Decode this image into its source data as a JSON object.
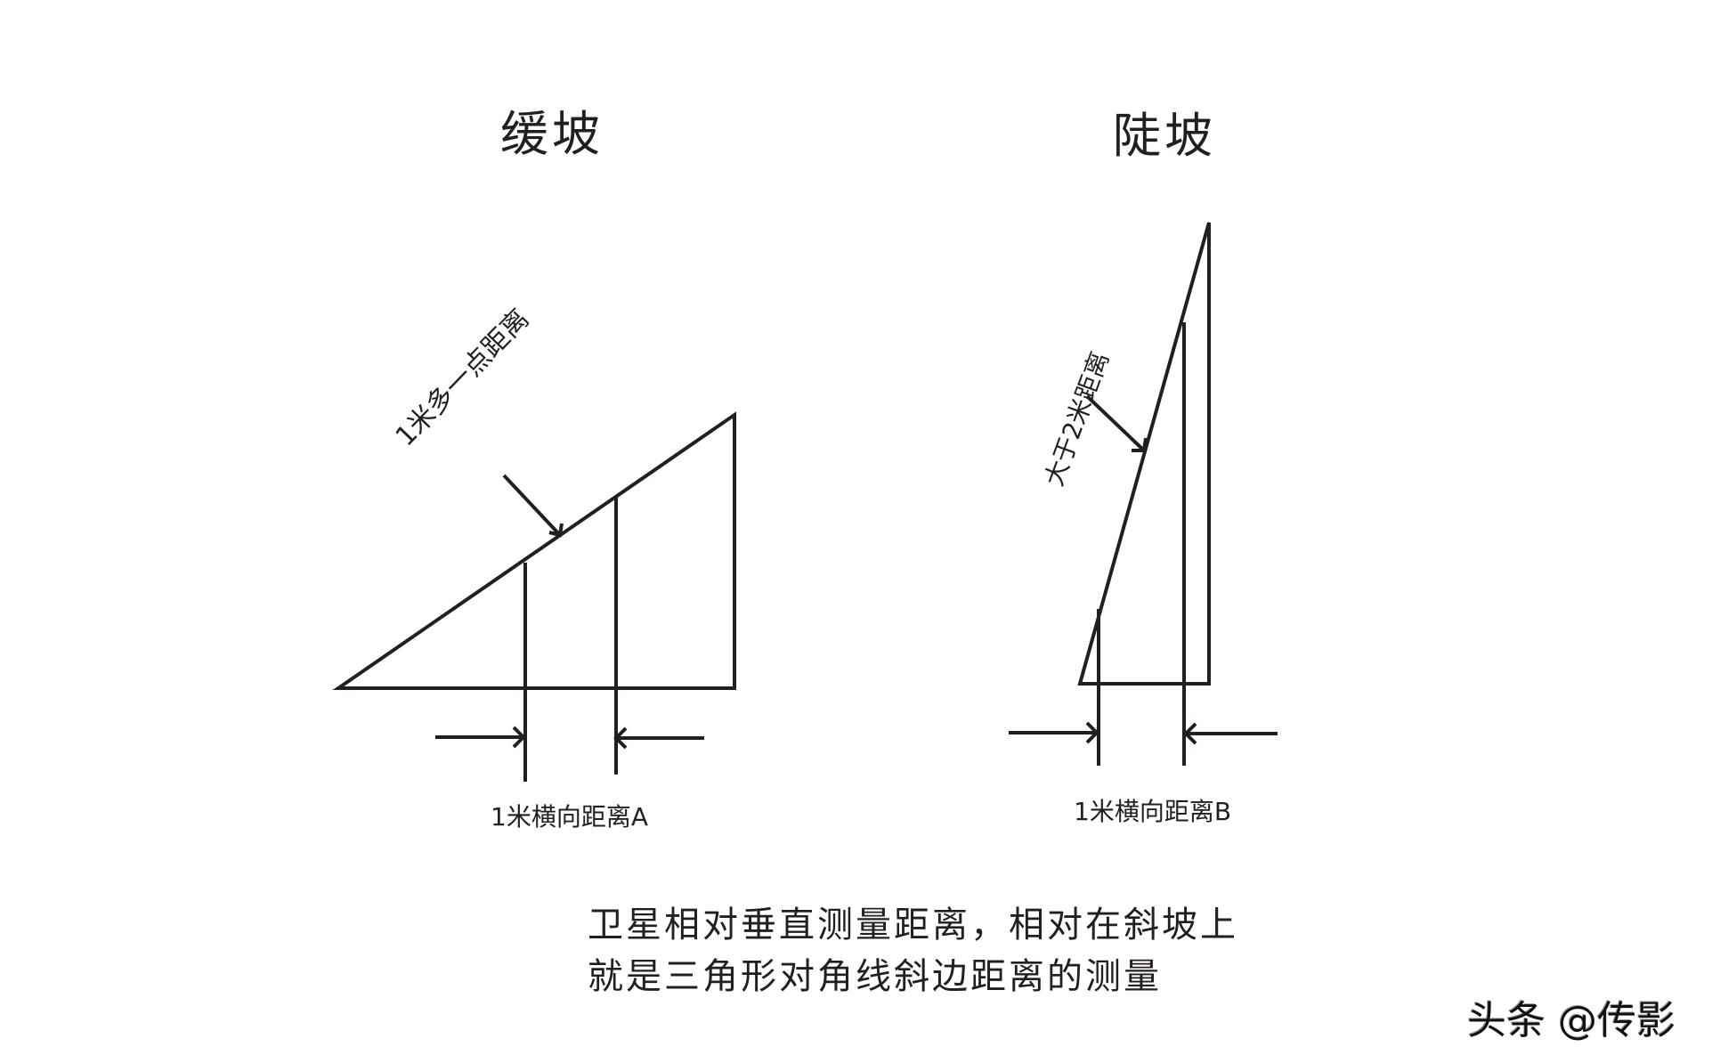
{
  "titles": {
    "gentle_slope": "缓坡",
    "steep_slope": "陡坡"
  },
  "gentle_diagram": {
    "slope_label": "1米多一点距离",
    "horizontal_label": "1米横向距离A"
  },
  "steep_diagram": {
    "slope_label": "大于2米距离",
    "horizontal_label": "1米横向距离B"
  },
  "caption": {
    "line1": "卫星相对垂直测量距离，相对在斜坡上",
    "line2": "就是三角形对角线斜边距离的测量"
  },
  "watermark": "头条 @传影",
  "colors": {
    "stroke": "#231f20",
    "background": "#ffffff"
  }
}
